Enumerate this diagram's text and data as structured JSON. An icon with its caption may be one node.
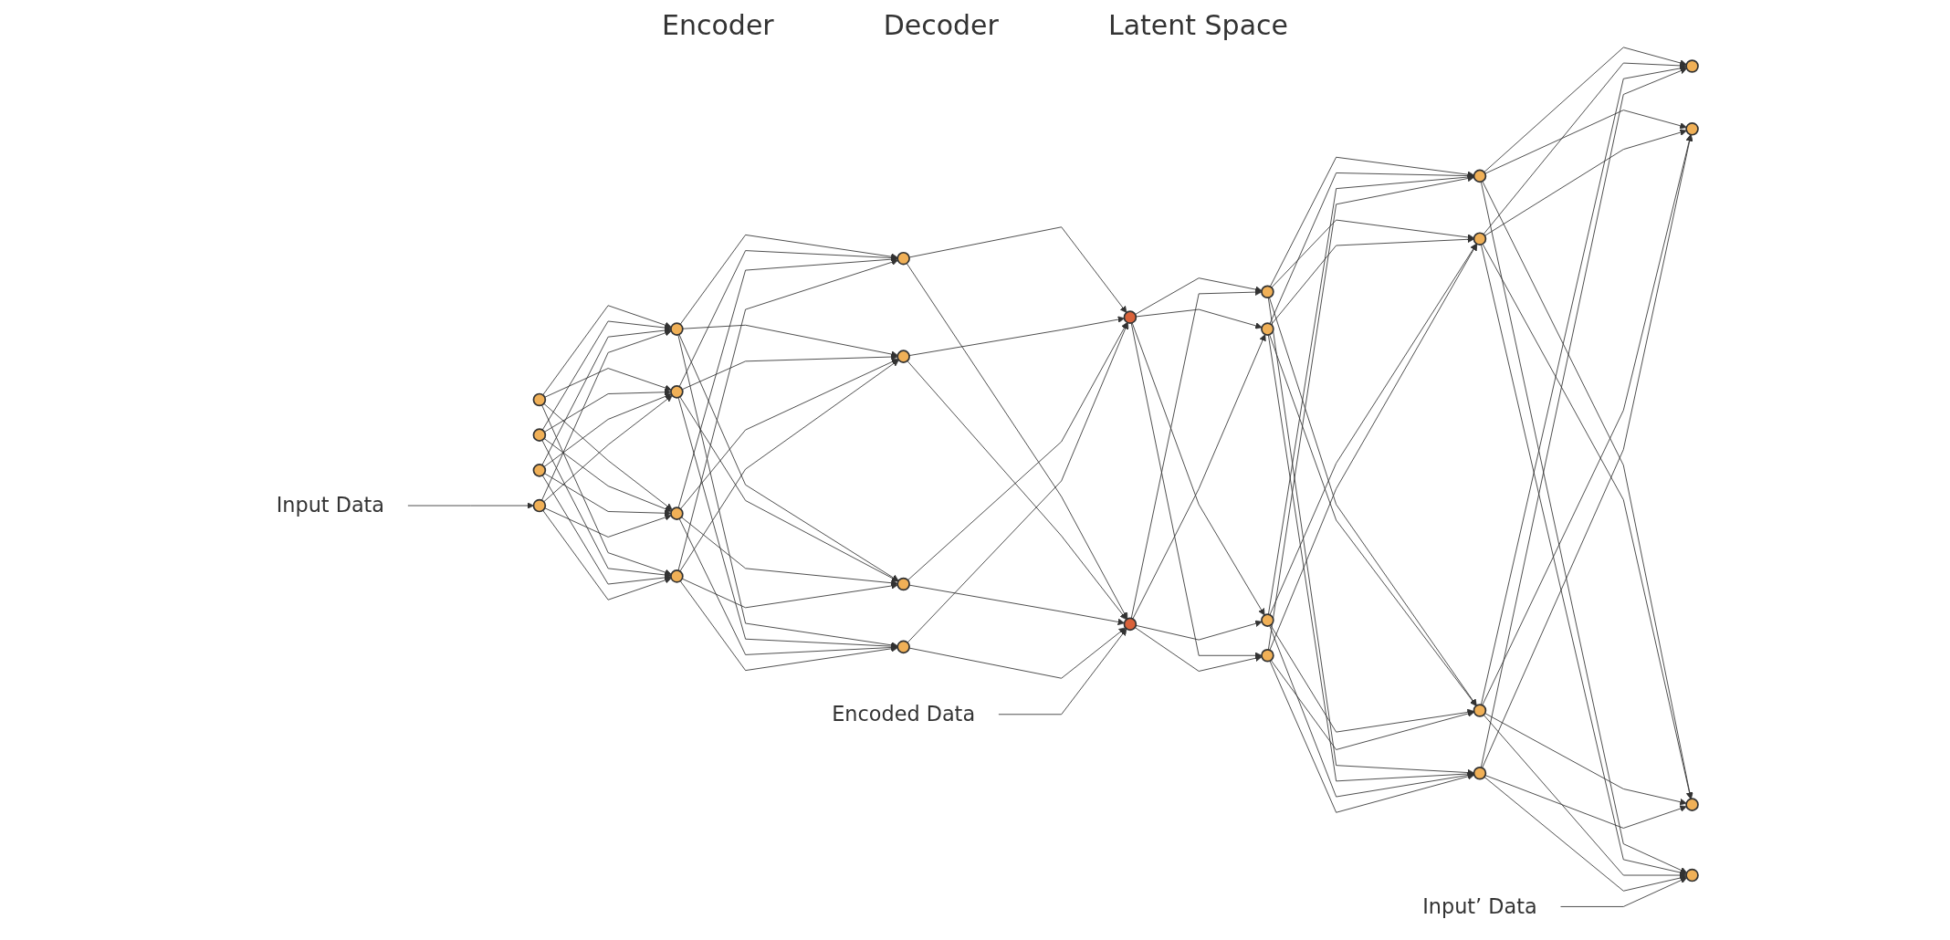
{
  "diagram": {
    "nodes": [
      {
        "text": [],
        "shape": "circle"
      },
      {
        "text": [],
        "shape": "circle"
      },
      {
        "text": [],
        "shape": "circle"
      },
      {
        "text": [],
        "shape": "circle"
      },
      {
        "text": [],
        "shape": "circle"
      },
      {
        "text": [],
        "shape": "circle"
      },
      {
        "text": [],
        "shape": "circle"
      },
      {
        "text": [],
        "shape": "circle"
      },
      {
        "text": [],
        "shape": "circle"
      },
      {
        "text": [],
        "shape": "circle"
      },
      {
        "text": [],
        "shape": "circle"
      },
      {
        "text": [],
        "shape": "circle"
      },
      {
        "text": [],
        "shape": "circle"
      },
      {
        "text": [],
        "shape": "circle"
      },
      {
        "text": [],
        "shape": "circle"
      },
      {
        "text": [],
        "shape": "circle"
      },
      {
        "text": [],
        "shape": "circle"
      },
      {
        "text": [],
        "shape": "circle"
      },
      {
        "text": [],
        "shape": "circle"
      },
      {
        "text": [],
        "shape": "circle"
      },
      {
        "text": [],
        "shape": "circle"
      },
      {
        "text": [],
        "shape": "circle"
      },
      {
        "text": [],
        "shape": "circle"
      },
      {
        "text": [],
        "shape": "circle"
      },
      {
        "text": [],
        "shape": "circle"
      },
      {
        "text": [],
        "shape": "circle"
      },
      {
        "text": [
          "Input Data"
        ]
      },
      {
        "text": [
          "Encoded Data"
        ]
      },
      {
        "text": [
          "Input’ Data"
        ]
      }
    ],
    "edges": [
      {
        "from": 0,
        "to": 4,
        "arrow": "to"
      },
      {
        "from": 0,
        "to": 5,
        "arrow": "to"
      },
      {
        "from": 0,
        "to": 6,
        "arrow": "to"
      },
      {
        "from": 0,
        "to": 7,
        "arrow": "to"
      },
      {
        "from": 1,
        "to": 4,
        "arrow": "to"
      },
      {
        "from": 1,
        "to": 5,
        "arrow": "to"
      },
      {
        "from": 1,
        "to": 6,
        "arrow": "to"
      },
      {
        "from": 1,
        "to": 7,
        "arrow": "to"
      },
      {
        "from": 2,
        "to": 4,
        "arrow": "to"
      },
      {
        "from": 2,
        "to": 5,
        "arrow": "to"
      },
      {
        "from": 2,
        "to": 6,
        "arrow": "to"
      },
      {
        "from": 2,
        "to": 7,
        "arrow": "to"
      },
      {
        "from": 3,
        "to": 4,
        "arrow": "to"
      },
      {
        "from": 3,
        "to": 5,
        "arrow": "to"
      },
      {
        "from": 3,
        "to": 6,
        "arrow": "to"
      },
      {
        "from": 3,
        "to": 7,
        "arrow": "to"
      },
      {
        "from": 4,
        "to": 8,
        "arrow": "to"
      },
      {
        "from": 4,
        "to": 9,
        "arrow": "to"
      },
      {
        "from": 4,
        "to": 10,
        "arrow": "to"
      },
      {
        "from": 4,
        "to": 11,
        "arrow": "to"
      },
      {
        "from": 5,
        "to": 8,
        "arrow": "to"
      },
      {
        "from": 5,
        "to": 9,
        "arrow": "to"
      },
      {
        "from": 5,
        "to": 10,
        "arrow": "to"
      },
      {
        "from": 5,
        "to": 11,
        "arrow": "to"
      },
      {
        "from": 6,
        "to": 8,
        "arrow": "to"
      },
      {
        "from": 6,
        "to": 9,
        "arrow": "to"
      },
      {
        "from": 6,
        "to": 10,
        "arrow": "to"
      },
      {
        "from": 6,
        "to": 11,
        "arrow": "to"
      },
      {
        "from": 7,
        "to": 8,
        "arrow": "to"
      },
      {
        "from": 7,
        "to": 9,
        "arrow": "to"
      },
      {
        "from": 7,
        "to": 10,
        "arrow": "to"
      },
      {
        "from": 7,
        "to": 11,
        "arrow": "to"
      },
      {
        "from": 8,
        "to": 12,
        "arrow": "to"
      },
      {
        "from": 8,
        "to": 13,
        "arrow": "to"
      },
      {
        "from": 9,
        "to": 12,
        "arrow": "to"
      },
      {
        "from": 9,
        "to": 13,
        "arrow": "to"
      },
      {
        "from": 10,
        "to": 12,
        "arrow": "to"
      },
      {
        "from": 10,
        "to": 13,
        "arrow": "to"
      },
      {
        "from": 11,
        "to": 12,
        "arrow": "to"
      },
      {
        "from": 11,
        "to": 13,
        "arrow": "to"
      },
      {
        "from": 12,
        "to": 14,
        "arrow": "to"
      },
      {
        "from": 12,
        "to": 15,
        "arrow": "to"
      },
      {
        "from": 12,
        "to": 16,
        "arrow": "to"
      },
      {
        "from": 12,
        "to": 17,
        "arrow": "to"
      },
      {
        "from": 13,
        "to": 14,
        "arrow": "to"
      },
      {
        "from": 13,
        "to": 15,
        "arrow": "to"
      },
      {
        "from": 13,
        "to": 16,
        "arrow": "to"
      },
      {
        "from": 13,
        "to": 17,
        "arrow": "to"
      },
      {
        "from": 14,
        "to": 18,
        "arrow": "to"
      },
      {
        "from": 14,
        "to": 19,
        "arrow": "to"
      },
      {
        "from": 14,
        "to": 20,
        "arrow": "to"
      },
      {
        "from": 14,
        "to": 21,
        "arrow": "to"
      },
      {
        "from": 15,
        "to": 18,
        "arrow": "to"
      },
      {
        "from": 15,
        "to": 19,
        "arrow": "to"
      },
      {
        "from": 15,
        "to": 20,
        "arrow": "to"
      },
      {
        "from": 15,
        "to": 21,
        "arrow": "to"
      },
      {
        "from": 16,
        "to": 18,
        "arrow": "to"
      },
      {
        "from": 16,
        "to": 19,
        "arrow": "to"
      },
      {
        "from": 16,
        "to": 20,
        "arrow": "to"
      },
      {
        "from": 16,
        "to": 21,
        "arrow": "to"
      },
      {
        "from": 17,
        "to": 18,
        "arrow": "to"
      },
      {
        "from": 17,
        "to": 19,
        "arrow": "to"
      },
      {
        "from": 17,
        "to": 20,
        "arrow": "to"
      },
      {
        "from": 17,
        "to": 21,
        "arrow": "to"
      },
      {
        "from": 18,
        "to": 22,
        "arrow": "to"
      },
      {
        "from": 18,
        "to": 23,
        "arrow": "to"
      },
      {
        "from": 18,
        "to": 24,
        "arrow": "to"
      },
      {
        "from": 18,
        "to": 25,
        "arrow": "to"
      },
      {
        "from": 19,
        "to": 22,
        "arrow": "to"
      },
      {
        "from": 19,
        "to": 23,
        "arrow": "to"
      },
      {
        "from": 19,
        "to": 24,
        "arrow": "to"
      },
      {
        "from": 19,
        "to": 25,
        "arrow": "to"
      },
      {
        "from": 20,
        "to": 22,
        "arrow": "to"
      },
      {
        "from": 20,
        "to": 23,
        "arrow": "to"
      },
      {
        "from": 20,
        "to": 24,
        "arrow": "to"
      },
      {
        "from": 20,
        "to": 25,
        "arrow": "to"
      },
      {
        "from": 21,
        "to": 22,
        "arrow": "to"
      },
      {
        "from": 21,
        "to": 23,
        "arrow": "to"
      },
      {
        "from": 21,
        "to": 24,
        "arrow": "to"
      },
      {
        "from": 21,
        "to": 25,
        "arrow": "to"
      },
      {
        "from": 26,
        "to": 3,
        "arrow": "to"
      },
      {
        "from": 27,
        "to": 13,
        "arrow": "to"
      },
      {
        "from": 28,
        "to": 25,
        "arrow": "to"
      }
    ],
    "labels": [
      "Encoder",
      "Decoder",
      "Latent Space"
    ]
  }
}
